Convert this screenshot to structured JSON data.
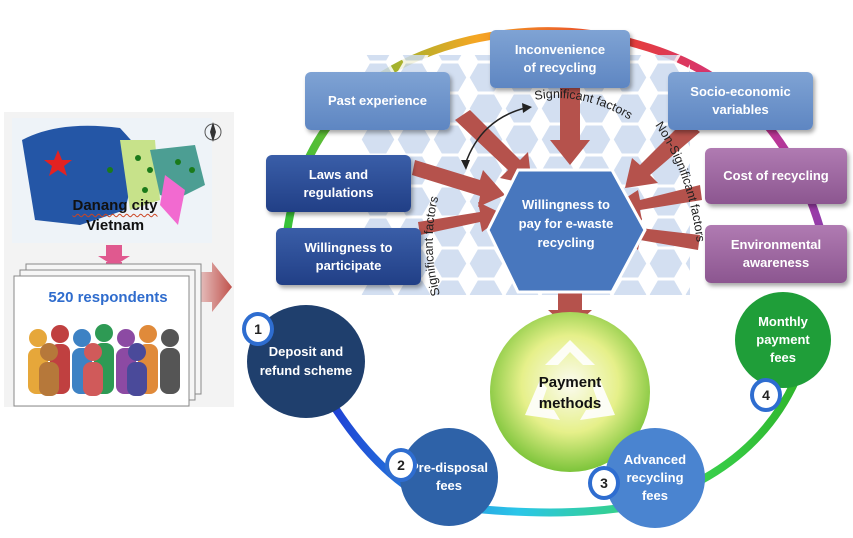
{
  "map": {
    "city": "Danang city",
    "country": "Vietnam"
  },
  "respondents_label": "520 respondents",
  "factors": {
    "inconvenience": "Inconvenience\nof recycling",
    "past_experience": "Past experience",
    "socio_economic": "Socio-economic\nvariables",
    "laws": "Laws and\nregulations",
    "willingness_participate": "Willingness to\nparticipate",
    "cost": "Cost of recycling",
    "environmental": "Environmental\nawareness"
  },
  "center_label": "Willingness to\npay for e-waste\nrecycling",
  "arc_labels": {
    "significant_top": "Significant factors",
    "significant_left": "Significant factors",
    "non_significant": "Non-Significant factors"
  },
  "payment_center": "Payment\nmethods",
  "methods": [
    {
      "number": "1",
      "label": "Deposit and\nrefund scheme"
    },
    {
      "number": "2",
      "label": "Pre-disposal\nfees"
    },
    {
      "number": "3",
      "label": "Advanced\nrecycling\nfees"
    },
    {
      "number": "4",
      "label": "Monthly\npayment\nfees"
    }
  ],
  "colors": {
    "dark_box": "#2b4b93",
    "light_box": "#6f94cc",
    "purple_box": "#9b64a0",
    "arrow": "#b5524c"
  }
}
